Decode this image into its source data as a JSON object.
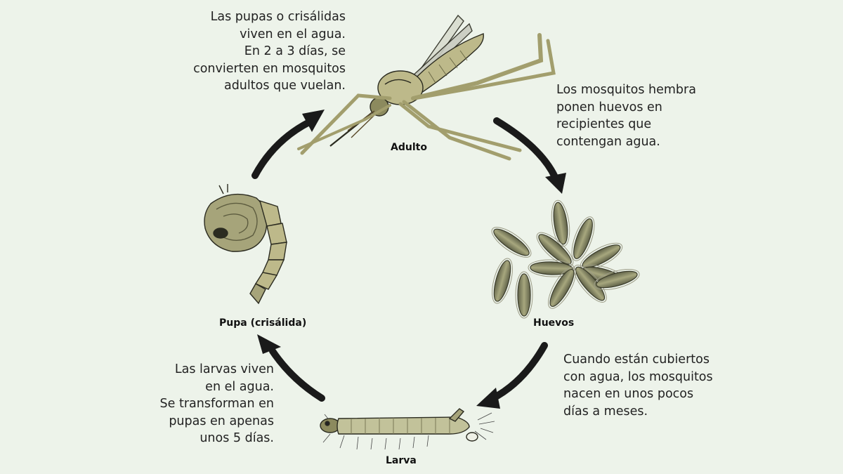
{
  "colors": {
    "background": "#edf3ea",
    "arrow": "#1a1a1a",
    "insect_fill": "#bdb98a",
    "insect_dark": "#8c8a5e",
    "outline": "#2b2b20"
  },
  "stages": {
    "adulto": {
      "label": "Adulto",
      "description": "Las pupas o crisálidas\nviven en el agua.\nEn 2 a 3 días, se\nconvierten en mosquitos\nadultos que vuelan.",
      "icon": "adult-mosquito"
    },
    "huevos": {
      "label": "Huevos",
      "description": "Los mosquitos hembra\nponen huevos en\nrecipientes que\ncontengan agua.",
      "icon": "eggs"
    },
    "larva": {
      "label": "Larva",
      "description": "Cuando están cubiertos\ncon agua, los mosquitos\nnacen en unos pocos\ndías a meses.",
      "icon": "larva"
    },
    "pupa": {
      "label": "Pupa (crisálida)",
      "description": "Las larvas viven\nen el agua.\nSe transforman en\npupas en apenas\nunos 5 días.",
      "icon": "pupa"
    }
  }
}
